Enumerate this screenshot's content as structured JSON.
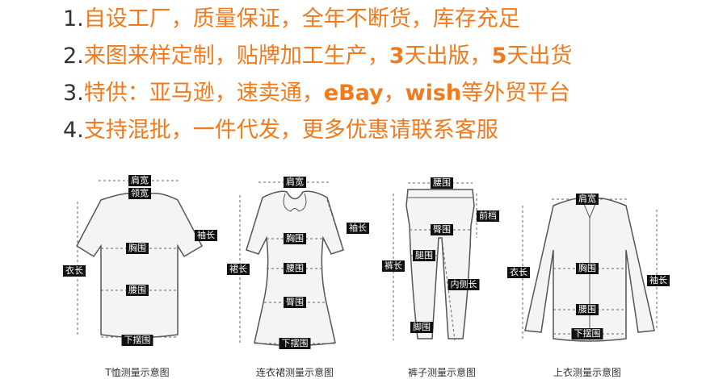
{
  "features": [
    {
      "num": "1.",
      "parts": [
        {
          "t": "自设工厂，质量保证，全年不断货，库存充足"
        }
      ]
    },
    {
      "num": "2.",
      "parts": [
        {
          "t": "来图来样定制，贴牌加工生产，"
        },
        {
          "t": "3",
          "latin": true
        },
        {
          "t": "天出版，"
        },
        {
          "t": "5",
          "latin": true
        },
        {
          "t": "天出货"
        }
      ]
    },
    {
      "num": "3.",
      "parts": [
        {
          "t": "特供：亚马逊，速卖通，"
        },
        {
          "t": "eBay",
          "latin": true
        },
        {
          "t": "，"
        },
        {
          "t": "wish",
          "latin": true
        },
        {
          "t": "等外贸平台"
        }
      ]
    },
    {
      "num": "4.",
      "parts": [
        {
          "t": "支持混批，一件代发，更多优惠请联系客服"
        }
      ]
    }
  ],
  "diagrams": {
    "tshirt": {
      "caption": "T恤测量示意图",
      "labels": {
        "shoulder": "肩宽",
        "collar": "领宽",
        "sleeve": "袖长",
        "length": "衣长",
        "chest": "胸围",
        "waist": "腰围",
        "hem": "下摆围"
      }
    },
    "dress": {
      "caption": "连衣裙测量示意图",
      "labels": {
        "shoulder": "肩宽",
        "sleeve": "袖长",
        "length": "裙长",
        "chest": "胸围",
        "waist": "腰围",
        "hip": "臀围",
        "hem": "下摆围"
      }
    },
    "pants": {
      "caption": "裤子测量示意图",
      "labels": {
        "waist": "腰围",
        "rise": "前档",
        "hip": "臀围",
        "length": "裤长",
        "thigh": "腿围",
        "inseam": "内侧长",
        "leg": "脚围"
      }
    },
    "shirt": {
      "caption": "上衣测量示意图",
      "labels": {
        "shoulder": "肩宽",
        "length": "衣长",
        "sleeve": "袖长",
        "chest": "胸围",
        "waist": "腰围",
        "hem": "下摆围"
      }
    }
  },
  "colors": {
    "accent": "#f07a1c",
    "number": "#333333",
    "tag_bg": "#111111"
  }
}
